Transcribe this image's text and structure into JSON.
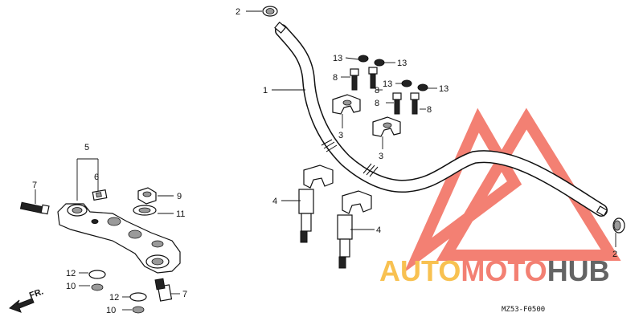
{
  "diagram": {
    "drawing_code": "MZ53-F0500",
    "front_arrow": "FR.",
    "colors": {
      "watermark_red": "#f26b5b",
      "watermark_yellow": "#f7b733",
      "watermark_dark": "#4a4a4a",
      "line": "#111111"
    },
    "callouts": {
      "c1": "1",
      "c2a": "2",
      "c2b": "2",
      "c3a": "3",
      "c3b": "3",
      "c4a": "4",
      "c4b": "4",
      "c5": "5",
      "c6": "6",
      "c7a": "7",
      "c7b": "7",
      "c8a": "8",
      "c8b": "8",
      "c8c": "8",
      "c8d": "8",
      "c9": "9",
      "c10a": "10",
      "c10b": "10",
      "c11": "11",
      "c12a": "12",
      "c12b": "12",
      "c13a": "13",
      "c13b": "13",
      "c13c": "13",
      "c13d": "13"
    }
  },
  "watermark": {
    "part1": "AUTO",
    "part2": "MOTO",
    "part3": "HUB"
  }
}
